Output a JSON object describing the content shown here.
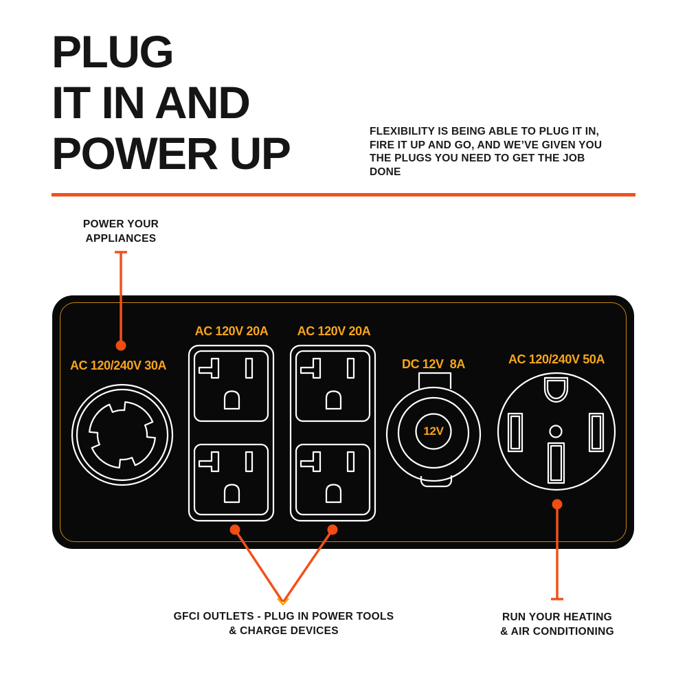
{
  "title": {
    "lines": [
      "PLUG",
      "IT IN AND",
      "POWER UP"
    ]
  },
  "intro": {
    "lines": [
      "FLEXIBILITY IS BEING ABLE TO PLUG IT IN,",
      "FIRE IT UP AND GO, AND WE’VE GIVEN YOU",
      "THE PLUGS YOU NEED TO GET THE JOB",
      "DONE"
    ]
  },
  "callouts": {
    "appliances": {
      "lines": [
        "POWER YOUR",
        "APPLIANCES"
      ]
    },
    "gfci": {
      "lines": [
        "GFCI OUTLETS - PLUG IN POWER TOOLS",
        "& CHARGE DEVICES"
      ]
    },
    "hvac": {
      "lines": [
        "RUN YOUR HEATING",
        "& AIR CONDITIONING"
      ]
    }
  },
  "panel": {
    "outlet_labels": {
      "twistlock": "AC 120/240V 30A",
      "duplex_left": "AC 120V 20A",
      "duplex_right": "AC 120V 20A",
      "dc": "DC 12V  8A",
      "dc_center": "12V",
      "range": "AC 120/240V 50A"
    }
  },
  "colors": {
    "callout_orange": "#F1511B",
    "label_amber": "#F7A51C",
    "panel_border_gold": "#C9880E",
    "panel_black": "#090909",
    "outline_white": "#FFFFFF",
    "text_black": "#161616"
  }
}
